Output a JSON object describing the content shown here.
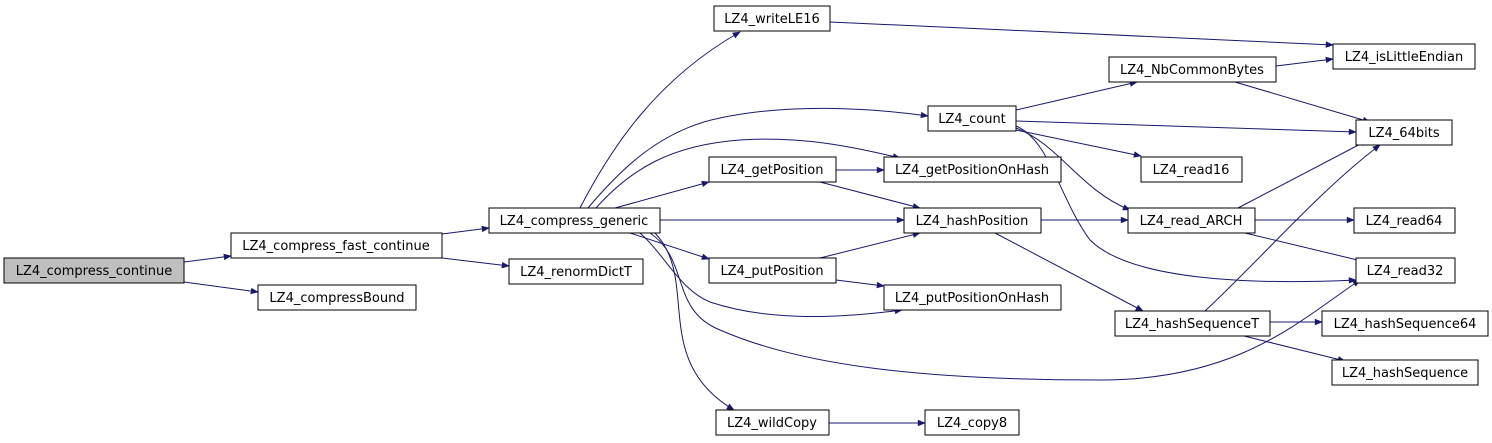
{
  "graph": {
    "edge_color": "#191970",
    "root_fill": "#bfbfbf",
    "nodes": {
      "compress_continue": "LZ4_compress_continue",
      "compress_fast_continue": "LZ4_compress_fast_continue",
      "compressBound": "LZ4_compressBound",
      "compress_generic": "LZ4_compress_generic",
      "renormDictT": "LZ4_renormDictT",
      "writeLE16": "LZ4_writeLE16",
      "count": "LZ4_count",
      "getPosition": "LZ4_getPosition",
      "getPositionOnHash": "LZ4_getPositionOnHash",
      "hashPosition": "LZ4_hashPosition",
      "putPosition": "LZ4_putPosition",
      "putPositionOnHash": "LZ4_putPositionOnHash",
      "wildCopy": "LZ4_wildCopy",
      "copy8": "LZ4_copy8",
      "NbCommonBytes": "LZ4_NbCommonBytes",
      "isLittleEndian": "LZ4_isLittleEndian",
      "x64bits": "LZ4_64bits",
      "read16": "LZ4_read16",
      "read_ARCH": "LZ4_read_ARCH",
      "read64": "LZ4_read64",
      "read32": "LZ4_read32",
      "hashSequenceT": "LZ4_hashSequenceT",
      "hashSequence64": "LZ4_hashSequence64",
      "hashSequence": "LZ4_hashSequence"
    }
  }
}
